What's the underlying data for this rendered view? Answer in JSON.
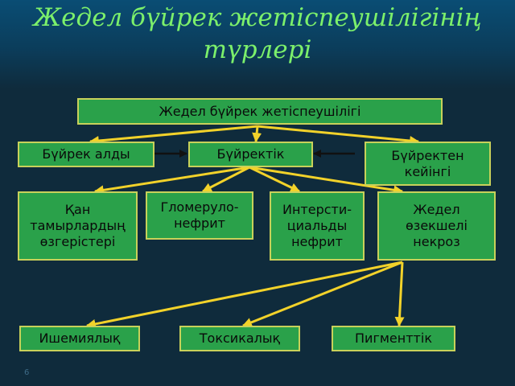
{
  "slide": {
    "title_line1": "Жедел бүйрек жетіспеушілігінің",
    "title_line2": "түрлері",
    "number": "6"
  },
  "colors": {
    "title": "#7cf06b",
    "box_fill": "#2aa14a",
    "box_border": "#c8d15a",
    "arrow": "#f2d22a",
    "background": "#0f2b3c"
  },
  "nodes": {
    "root": "Жедел бүйрек жетіспеушілігі",
    "prerenal": "Бүйрек алды",
    "renal": "Бүйректік",
    "postrenal": "Бүйректен\nкейінгі",
    "vascular": "Қан\nтамырлардың\nөзгерістері",
    "glomerulonephritis": "Гломеруло-\nнефрит",
    "interstitial": "Интерсти-\nциальды\nнефрит",
    "necrosis": "Жедел\nөзекшелі\nнекроз",
    "ischemic": "Ишемиялық",
    "toxic": "Токсикалық",
    "pigment": "Пигменттік"
  },
  "edges": [
    {
      "from": "root",
      "to": "prerenal",
      "style": "yellow"
    },
    {
      "from": "root",
      "to": "renal",
      "style": "yellow"
    },
    {
      "from": "root",
      "to": "postrenal",
      "style": "yellow"
    },
    {
      "from": "prerenal",
      "to": "renal",
      "style": "black"
    },
    {
      "from": "postrenal",
      "to": "renal",
      "style": "black"
    },
    {
      "from": "renal",
      "to": "vascular",
      "style": "yellow"
    },
    {
      "from": "renal",
      "to": "glomerulonephritis",
      "style": "yellow"
    },
    {
      "from": "renal",
      "to": "interstitial",
      "style": "yellow"
    },
    {
      "from": "renal",
      "to": "necrosis",
      "style": "yellow"
    },
    {
      "from": "necrosis",
      "to": "ischemic",
      "style": "yellow"
    },
    {
      "from": "necrosis",
      "to": "toxic",
      "style": "yellow"
    },
    {
      "from": "necrosis",
      "to": "pigment",
      "style": "yellow"
    }
  ]
}
